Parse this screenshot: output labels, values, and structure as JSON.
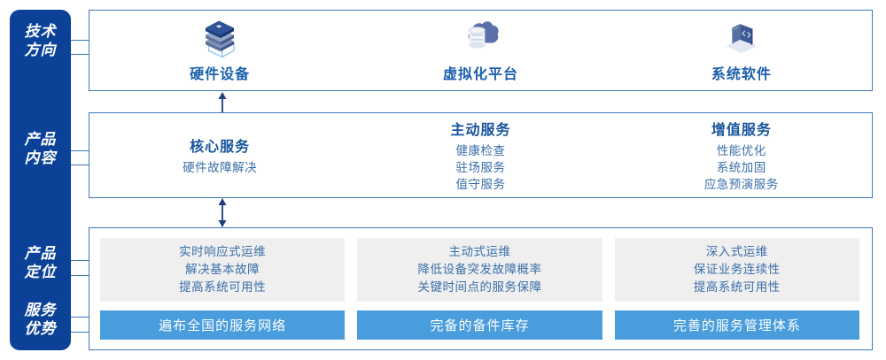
{
  "rail": {
    "labels": [
      {
        "name": "technology-direction",
        "lines": [
          "技术",
          "方向"
        ]
      },
      {
        "name": "product-content",
        "lines": [
          "产品",
          "内容"
        ]
      },
      {
        "name": "product-positioning",
        "lines": [
          "产品",
          "定位"
        ]
      },
      {
        "name": "service-advantage",
        "lines": [
          "服务",
          "优势"
        ]
      }
    ],
    "color": "#0b4298"
  },
  "tech": {
    "columns": [
      {
        "icon": "server-stack-icon",
        "label": "硬件设备"
      },
      {
        "icon": "cloud-database-icon",
        "label": "虚拟化平台"
      },
      {
        "icon": "laptop-code-icon",
        "label": "系统软件"
      }
    ]
  },
  "content": {
    "columns": [
      {
        "title": "核心服务",
        "items": [
          "硬件故障解决"
        ]
      },
      {
        "title": "主动服务",
        "items": [
          "健康检查",
          "驻场服务",
          "值守服务"
        ]
      },
      {
        "title": "增值服务",
        "items": [
          "性能优化",
          "系统加固",
          "应急预演服务"
        ]
      }
    ]
  },
  "bottom": {
    "columns": [
      {
        "positioning": [
          "实时响应式运维",
          "解决基本故障",
          "提高系统可用性"
        ],
        "advantage": "遍布全国的服务网络"
      },
      {
        "positioning": [
          "主动式运维",
          "降低设备突发故障概率",
          "关键时间点的服务保障"
        ],
        "advantage": "完备的备件库存"
      },
      {
        "positioning": [
          "深入式运维",
          "保证业务连续性",
          "提高系统可用性"
        ],
        "advantage": "完善的服务管理体系"
      }
    ]
  },
  "colors": {
    "rail_navy": "#0b4298",
    "border_blue": "#3d76bf",
    "title_blue": "#17549d",
    "body_blue": "#3a6ea8",
    "bar_blue": "#4a9ddd",
    "gray_box": "#efefef",
    "arrow_navy": "#1f3f7a"
  },
  "arrows": [
    {
      "name": "arrow-tech-to-content",
      "direction": "up"
    },
    {
      "name": "arrow-content-to-bottom",
      "direction": "both"
    }
  ]
}
